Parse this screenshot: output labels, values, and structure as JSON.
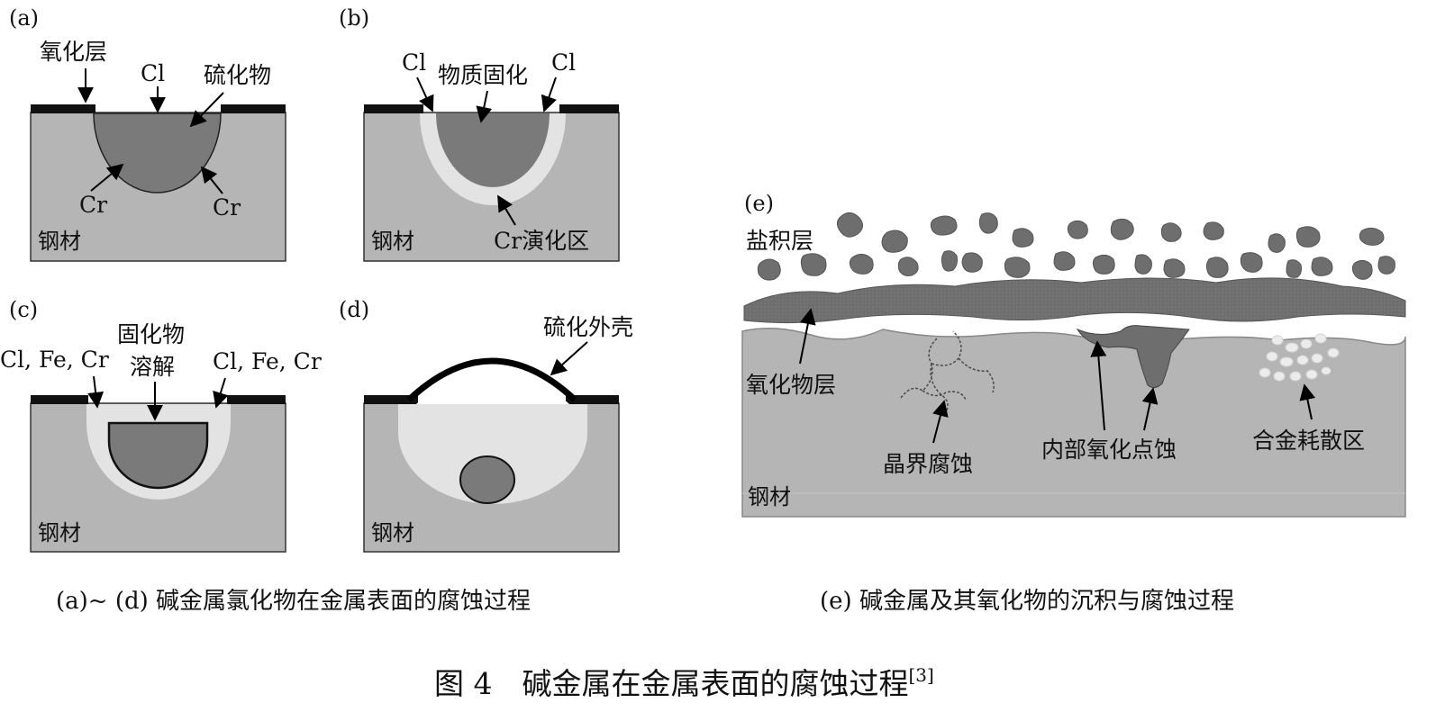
{
  "panels": {
    "a": {
      "tag": "(a)",
      "oxide_layer": "氧化层",
      "cl": "Cl",
      "sulfide": "硫化物",
      "cr_left": "Cr",
      "cr_right": "Cr",
      "steel": "钢材"
    },
    "b": {
      "tag": "(b)",
      "cl_left": "Cl",
      "solidify": "物质固化",
      "cl_right": "Cl",
      "cr_zone": "Cr演化区",
      "steel": "钢材"
    },
    "c": {
      "tag": "(c)",
      "solid_line1": "固化物",
      "solid_line2": "溶解",
      "ions_left": "Cl, Fe, Cr",
      "ions_right": "Cl, Fe, Cr",
      "steel": "钢材"
    },
    "d": {
      "tag": "(d)",
      "shell": "硫化外壳",
      "steel": "钢材"
    },
    "e": {
      "tag": "(e)",
      "salt_layer": "盐积层",
      "oxide_layer": "氧化物层",
      "grain_boundary": "晶界腐蚀",
      "internal_pitting": "内部氧化点蚀",
      "alloy_depletion": "合金耗散区",
      "steel": "钢材"
    }
  },
  "captions": {
    "left": "(a)~ (d) 碱金属氯化物在金属表面的腐蚀过程",
    "right": "(e) 碱金属及其氧化物的沉积与腐蚀过程",
    "figure_prefix": "图 4　碱金属在金属表面的腐蚀过程",
    "figure_ref": "[3]"
  },
  "colors": {
    "steel": "#b5b5b5",
    "steel_lower": "#ababab",
    "dark_deposit": "#7a7a7a",
    "light_zone": "#e3e3e3",
    "oxide_film": "#111111"
  }
}
